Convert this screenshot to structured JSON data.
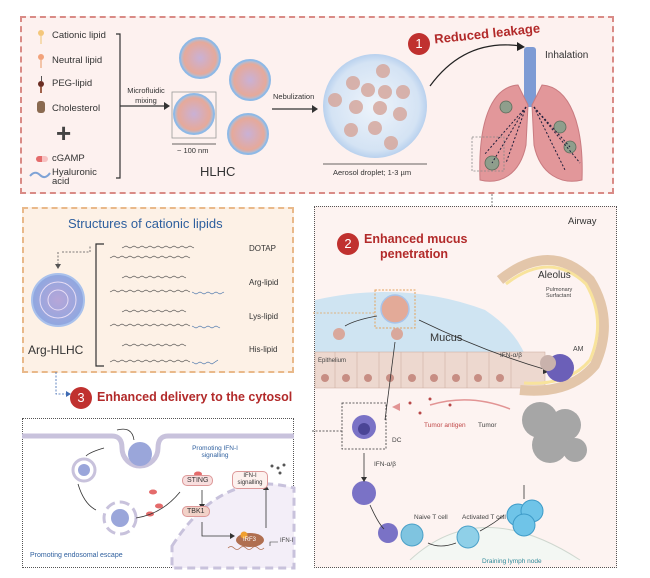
{
  "panel1": {
    "ingredients": [
      {
        "label": "Cationic lipid",
        "icon": "cationic-lipid-icon"
      },
      {
        "label": "Neutral lipid",
        "icon": "neutral-lipid-icon"
      },
      {
        "label": "PEG-lipid",
        "icon": "peg-lipid-icon"
      },
      {
        "label": "Cholesterol",
        "icon": "cholesterol-icon"
      }
    ],
    "plus": "+",
    "payloads": [
      {
        "label": "cGAMP",
        "icon": "cgamp-icon"
      },
      {
        "label": "Hyaluronic acid",
        "icon": "hyaluronic-acid-icon"
      }
    ],
    "step_mixing": "Microfluidic mixing",
    "size_label": "~ 100 nm",
    "hlhc_label": "HLHC",
    "step_nebulization": "Nebulization",
    "aerosol_label": "Aerosol droplet; 1-3 µm",
    "badge_number": "1",
    "badge_title": "Reduced leakage",
    "inhalation_label": "Inhalation"
  },
  "structures": {
    "title": "Structures of cationic lipids",
    "particle_label": "Arg-HLHC",
    "lipids": [
      "DOTAP",
      "Arg-lipid",
      "Lys-lipid",
      "His-lipid"
    ]
  },
  "airway": {
    "title": "Airway",
    "badge_number": "2",
    "badge_title_line1": "Enhanced mucus",
    "badge_title_line2": "penetration",
    "alveolus_label": "Aleolus",
    "surfactant_label": "Pulmonary Surfactant",
    "mucus_label": "Mucus",
    "epithelium_label": "Epithelium",
    "ifn_label": "IFN-α/β",
    "am_label": "AM",
    "dc_label": "DC",
    "ifn_dc_label": "IFN-α/β",
    "tumor_antigen_label": "Tumor antigen",
    "tumor_label": "Tumor",
    "naive_t_label": "Naive T cell",
    "activated_t_label": "Activated T cell",
    "lymph_node_label": "Draining lymph node"
  },
  "cytosol": {
    "badge_number": "3",
    "badge_title": "Enhanced delivery to the cytosol",
    "ifn_signalling_heading": "Promoting IFN-I signalling",
    "sting_label": "STING",
    "tbk1_label": "TBK1",
    "irf3_label": "IRF3",
    "ifn_box_label": "IFN-I signalling",
    "ifn_out_label": "IFN-I",
    "escape_label": "Promoting endosomal escape",
    "phospho_label": "P"
  },
  "colors": {
    "accent_red": "#b22a2a",
    "badge_red": "#c0312f",
    "heading_blue": "#2e5f9e",
    "lymph_teal": "#2f8a9a"
  }
}
